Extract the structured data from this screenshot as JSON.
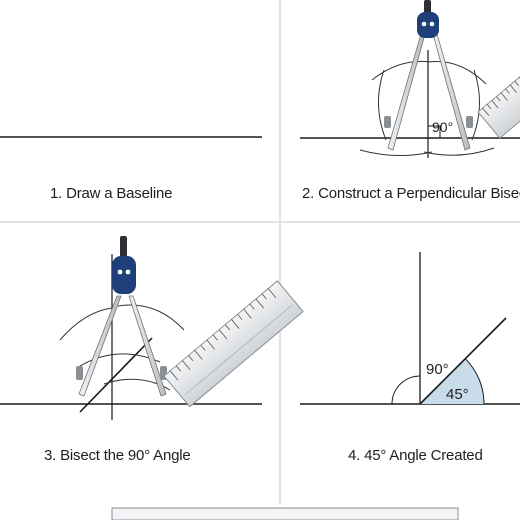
{
  "panels": [
    {
      "caption": "1. Draw a Baseline"
    },
    {
      "caption": "2. Construct a Perpendicular Bisec",
      "angle_label": "90°"
    },
    {
      "caption": "3. Bisect the 90° Angle"
    },
    {
      "caption": "4. 45° Angle Created",
      "angle_labels": [
        "90°",
        "45°"
      ]
    }
  ],
  "colors": {
    "line": "#1a1a1a",
    "divider": "#d9d9d9",
    "compass_head": "#1f3f7a",
    "compass_leg": "#dcdcdc",
    "ruler": "#e6e8ea",
    "ruler_edge": "#8a8f96",
    "wedge": "#c9dcea"
  }
}
